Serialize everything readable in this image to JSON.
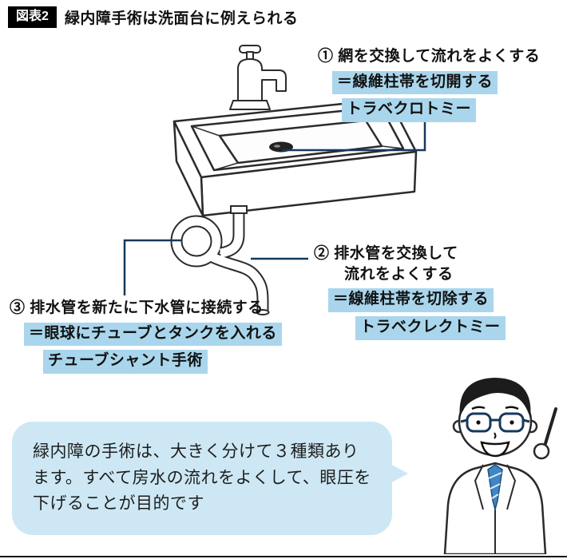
{
  "header": {
    "badge": "図表2",
    "title": "緑内障手術は洗面台に例えられる"
  },
  "annotation1": {
    "title": "① 網を交換して流れをよくする",
    "highlight1": "＝線維柱帯を切開する",
    "highlight2": "トラベクロトミー"
  },
  "annotation2": {
    "title_line1": "② 排水管を交換して",
    "title_line2": "流れをよくする",
    "highlight1": "＝線維柱帯を切除する",
    "highlight2": "トラベクレクトミー"
  },
  "annotation3": {
    "title": "③ 排水管を新たに下水管に接続する",
    "highlight1": "＝眼球にチューブとタンクを入れる",
    "highlight2": "チューブシャント手術"
  },
  "speech_bubble": {
    "text": "緑内障の手術は、大きく分けて３種類あります。すべて房水の流れをよくして、眼圧を下げることが目的です"
  },
  "colors": {
    "highlight": "#a9d6ec",
    "bubble": "#cde8f4",
    "callout_line": "#16395c",
    "badge_bg": "#000000",
    "tie_blue": "#3f86c5"
  }
}
